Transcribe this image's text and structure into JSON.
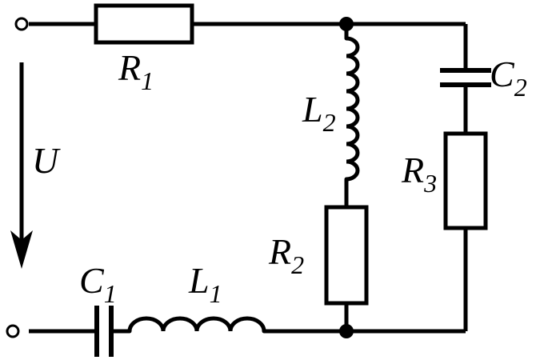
{
  "labels": {
    "R1": {
      "main": "R",
      "sub": "1"
    },
    "R2": {
      "main": "R",
      "sub": "2"
    },
    "R3": {
      "main": "R",
      "sub": "3"
    },
    "L1": {
      "main": "L",
      "sub": "1"
    },
    "L2": {
      "main": "L",
      "sub": "2"
    },
    "C1": {
      "main": "C",
      "sub": "1"
    },
    "C2": {
      "main": "C",
      "sub": "2"
    },
    "U": {
      "main": "U"
    }
  }
}
